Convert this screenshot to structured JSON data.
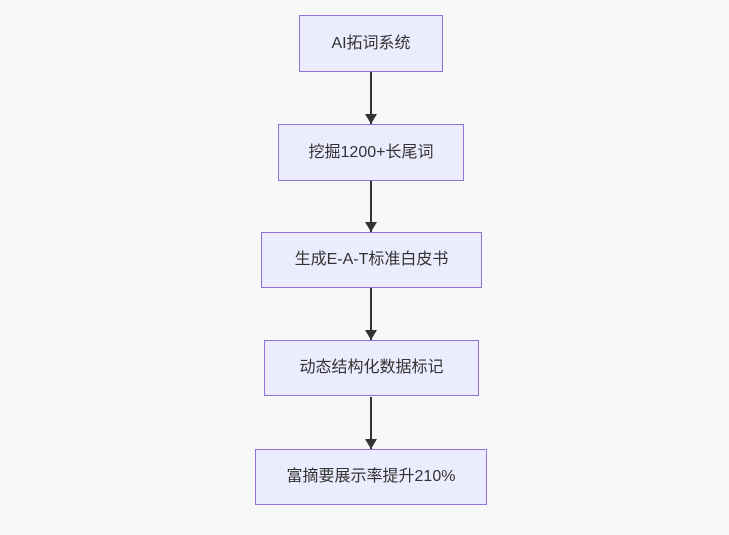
{
  "diagram": {
    "type": "flowchart",
    "direction": "top-down",
    "nodes": [
      {
        "id": "n1",
        "label": "AI拓词系统"
      },
      {
        "id": "n2",
        "label": "挖掘1200+长尾词"
      },
      {
        "id": "n3",
        "label": "生成E-A-T标准白皮书"
      },
      {
        "id": "n4",
        "label": "动态结构化数据标记"
      },
      {
        "id": "n5",
        "label": "富摘要展示率提升210%"
      }
    ],
    "edges": [
      {
        "from": "n1",
        "to": "n2"
      },
      {
        "from": "n2",
        "to": "n3"
      },
      {
        "from": "n3",
        "to": "n4"
      },
      {
        "from": "n4",
        "to": "n5"
      }
    ],
    "colors": {
      "node_fill": "#ECECFF",
      "node_border": "#9370DB",
      "arrow": "#333333",
      "text": "#333333",
      "background": "#F8F8F8"
    }
  }
}
